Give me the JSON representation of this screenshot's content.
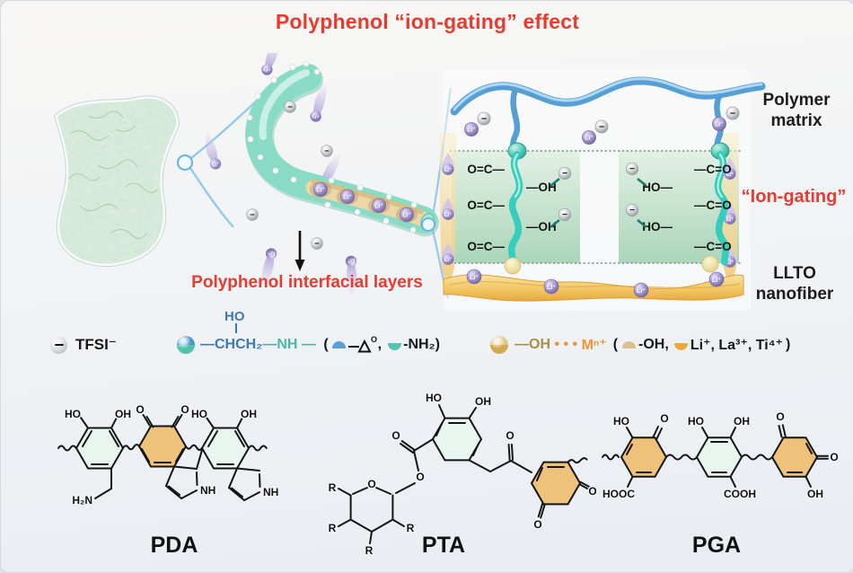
{
  "title": "Polyphenol “ion-gating” effect",
  "colors": {
    "accent_red": "#e83a2e",
    "fiber_teal": "#86d8c3",
    "polymer_blue": "#5aa7dd",
    "panel_green": "#bfe0c8",
    "llto_gold": "#f2c464",
    "li_purple": "#8d7fc0",
    "tfsi_gray": "#c9ccd0",
    "ring_orange": "#eec27b",
    "ring_teal": "#e9f6f0"
  },
  "middle": {
    "arrow_label": "Polyphenol interfacial layers"
  },
  "ions": {
    "li": "Li⁺",
    "minus": "−"
  },
  "schematic": {
    "polymer_matrix_line1": "Polymer",
    "polymer_matrix_line2": "matrix",
    "ion_gating": "“Ion-gating”",
    "llto_line1": "LLTO",
    "llto_line2": "nanofiber",
    "carbonyl_left": "O=C—",
    "hydroxyl_left": "—OH",
    "carbonyl_right": "—C=O",
    "hydroxyl_right": "HO—"
  },
  "legend": {
    "tfsi": "TFSI⁻",
    "amine": {
      "ho": "HO",
      "chain": "—CHCH₂",
      "nh": "—NH",
      "dash": " — ",
      "open": "(",
      "epoxide_o": "O",
      "comma": ",",
      "nh2": "-NH₂",
      "close": ")"
    },
    "metal": {
      "oh": "—OH",
      "dots": " • • • ",
      "mn": "Mⁿ⁺",
      "open": "(",
      "oh_side": "-OH",
      "comma": ",",
      "cations": "Li⁺, La³⁺, Ti⁴⁺",
      "close": ")"
    }
  },
  "structures": {
    "pda": {
      "name": "PDA",
      "ho": "HO",
      "oh": "OH",
      "o": "O",
      "nh": "NH",
      "h2n": "H₂N"
    },
    "pta": {
      "name": "PTA",
      "ho": "HO",
      "oh": "OH",
      "o": "O",
      "r": "R"
    },
    "pga": {
      "name": "PGA",
      "ho": "HO",
      "oh": "OH",
      "o": "O",
      "hooc": "HOOC",
      "cooh": "COOH"
    }
  }
}
